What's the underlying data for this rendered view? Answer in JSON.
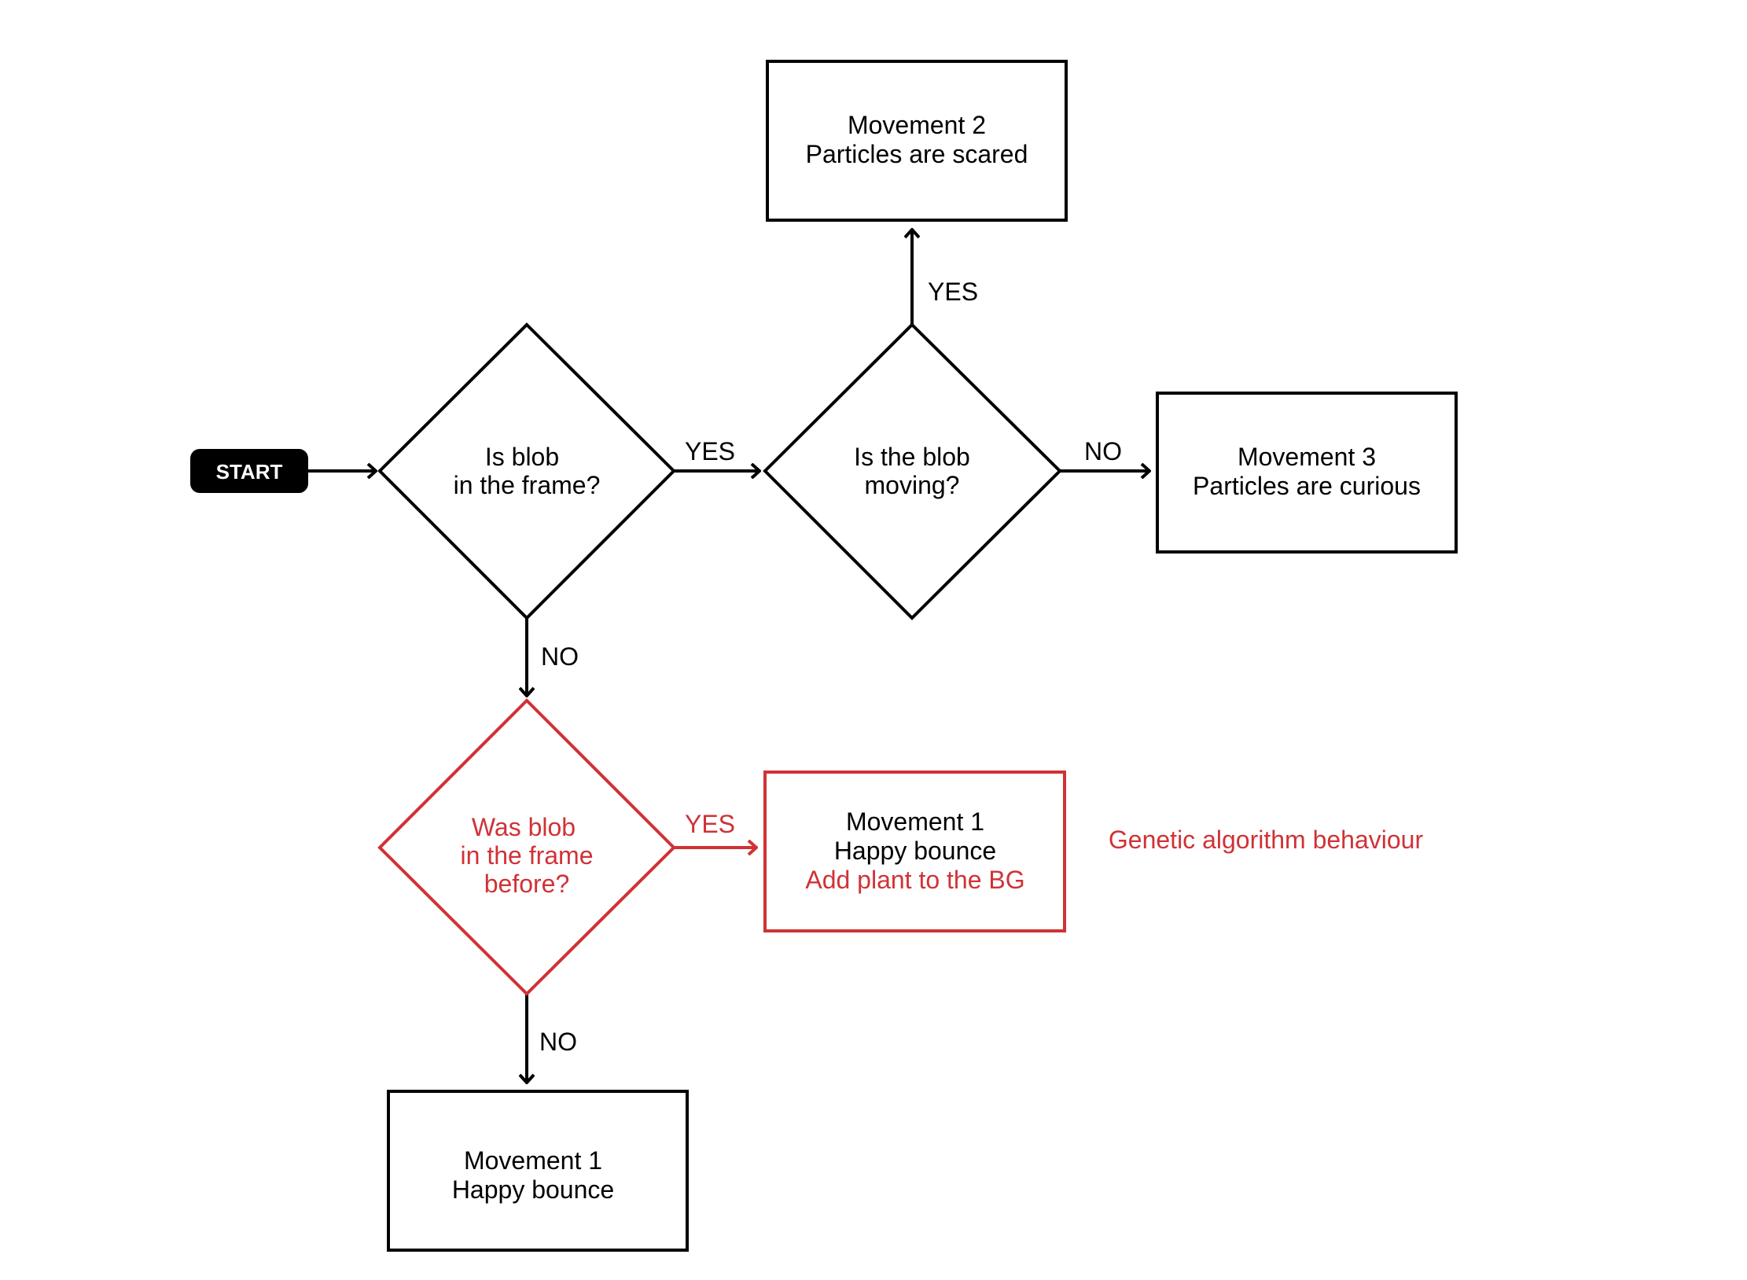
{
  "colors": {
    "black": "#000000",
    "red": "#d03236",
    "white": "#ffffff"
  },
  "start": {
    "label": "START"
  },
  "decisions": {
    "in_frame": {
      "line1": "Is blob",
      "line2": "in the frame?"
    },
    "moving": {
      "line1": "Is the blob",
      "line2": "moving?"
    },
    "was_in_frame": {
      "line1": "Was blob",
      "line2": "in the frame",
      "line3": "before?"
    }
  },
  "outcomes": {
    "movement2": {
      "line1": "Movement 2",
      "line2": "Particles are scared"
    },
    "movement3": {
      "line1": "Movement 3",
      "line2": "Particles are curious"
    },
    "movement1_plant": {
      "line1": "Movement 1",
      "line2": "Happy bounce",
      "line3": "Add plant to the BG"
    },
    "movement1": {
      "line1": "Movement 1",
      "line2": "Happy bounce"
    }
  },
  "edges": {
    "in_frame_yes": "YES",
    "in_frame_no": "NO",
    "moving_yes": "YES",
    "moving_no": "NO",
    "was_in_frame_yes": "YES",
    "was_in_frame_no": "NO"
  },
  "legend": {
    "note": "Genetic algorithm behaviour"
  }
}
